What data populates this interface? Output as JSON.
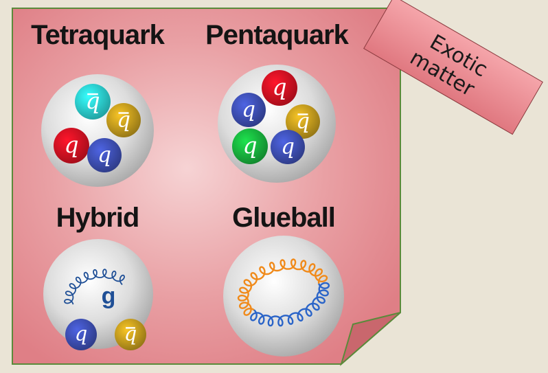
{
  "note": {
    "background_color": "#e58c91",
    "border_color": "#5a8a3a",
    "fold_color": "#c9676d"
  },
  "sticker": {
    "line1": "Exotic",
    "line2": "matter",
    "color": "#e8828a"
  },
  "panels": [
    {
      "name": "tetraquark",
      "label": "Tetraquark",
      "particles": [
        {
          "symbol": "q",
          "anti": true,
          "color": "#29c6c6"
        },
        {
          "symbol": "q",
          "anti": true,
          "color": "#b8921c"
        },
        {
          "symbol": "q",
          "anti": false,
          "color": "#cc1020"
        },
        {
          "symbol": "q",
          "anti": false,
          "color": "#3a4aa8"
        }
      ]
    },
    {
      "name": "pentaquark",
      "label": "Pentaquark",
      "particles": [
        {
          "symbol": "q",
          "anti": false,
          "color": "#cc1020"
        },
        {
          "symbol": "q",
          "anti": false,
          "color": "#3a4aa8"
        },
        {
          "symbol": "q",
          "anti": true,
          "color": "#b8921c"
        },
        {
          "symbol": "q",
          "anti": false,
          "color": "#16a83a"
        },
        {
          "symbol": "q",
          "anti": false,
          "color": "#3a4aa8"
        }
      ]
    },
    {
      "name": "hybrid",
      "label": "Hybrid",
      "gluon_symbol": "g",
      "gluon_color": "#1f4f96",
      "particles": [
        {
          "symbol": "q",
          "anti": false,
          "color": "#3a4aa8"
        },
        {
          "symbol": "q",
          "anti": true,
          "color": "#b8921c"
        }
      ]
    },
    {
      "name": "glueball",
      "label": "Glueball",
      "gluon_colors": [
        "#f08a1a",
        "#2a64c8"
      ]
    }
  ]
}
